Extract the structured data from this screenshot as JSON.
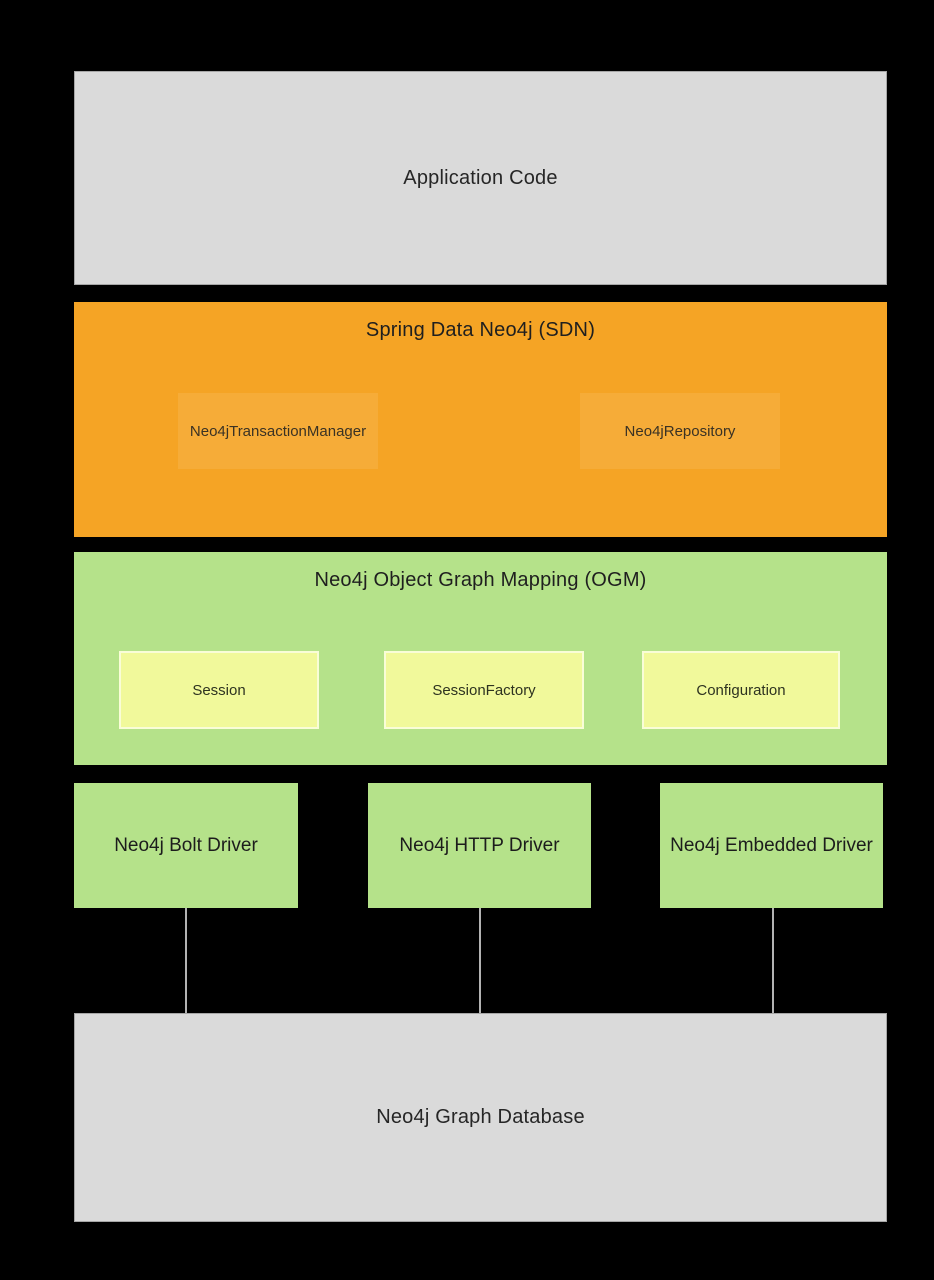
{
  "palette": {
    "background": "#000000",
    "layer_gray": "#DADADA",
    "layer_gray_border": "#A6A6A6",
    "layer_orange": "#F5A425",
    "component_orange": "#F6AC38",
    "layer_green": "#B5E28A",
    "component_yellow": "#F1F99B",
    "connector_line": "#B3B3B3",
    "text_dark": "#1F1F1F"
  },
  "layers": {
    "application": {
      "label": "Application Code"
    },
    "sdn": {
      "title": "Spring Data Neo4j (SDN)",
      "components": [
        {
          "label": "Neo4jTransactionManager"
        },
        {
          "label": "Neo4jRepository"
        }
      ]
    },
    "ogm": {
      "title": "Neo4j Object Graph Mapping (OGM)",
      "components": [
        {
          "label": "Session"
        },
        {
          "label": "SessionFactory"
        },
        {
          "label": "Configuration"
        }
      ]
    },
    "drivers": [
      {
        "label": "Neo4j Bolt Driver"
      },
      {
        "label": "Neo4j HTTP Driver"
      },
      {
        "label": "Neo4j Embedded Driver"
      }
    ],
    "database": {
      "label": "Neo4j Graph Database"
    }
  }
}
